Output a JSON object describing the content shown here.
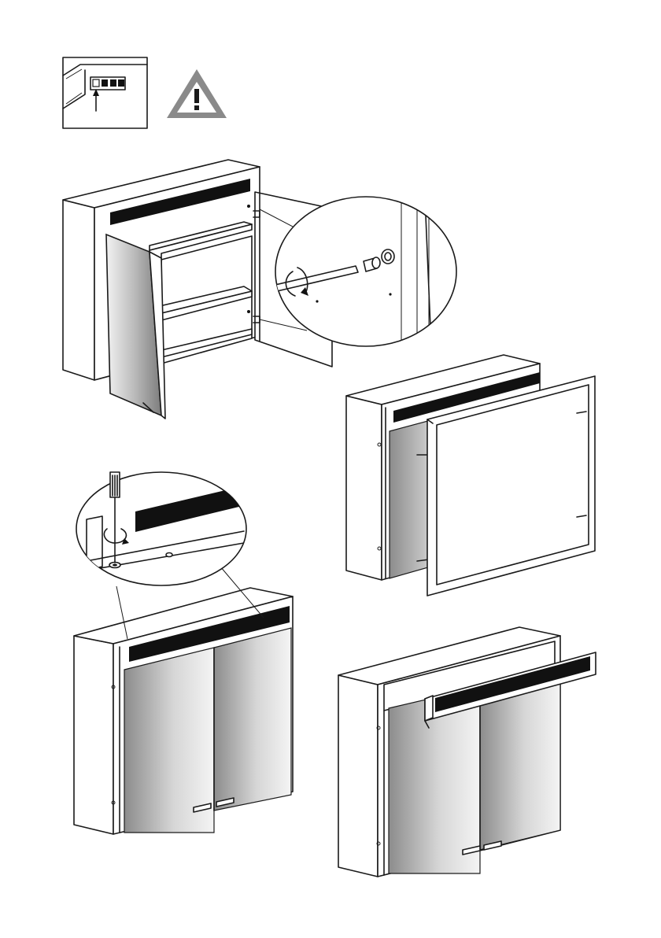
{
  "document": {
    "type": "assembly-instruction-sheet",
    "steps": [
      {
        "id": "switch-detail",
        "icon": "switch-position-icon"
      },
      {
        "id": "warning",
        "icon": "warning-triangle-icon",
        "symbol_color": "#8a8a8a"
      },
      {
        "id": "hinge-detail",
        "icon": "rotate-arrow-icon"
      },
      {
        "id": "frame-removal",
        "icon": "frame-icon"
      },
      {
        "id": "screw-detail",
        "icon": "screwdriver-icon"
      },
      {
        "id": "light-panel-removal",
        "icon": "light-panel-icon"
      }
    ]
  },
  "colors": {
    "line": "#1a1a1a",
    "mirror_dark": "#8c8c8c",
    "mirror_light": "#f4f4f4",
    "light_bar": "#111111",
    "warning_gray": "#8a8a8a"
  }
}
